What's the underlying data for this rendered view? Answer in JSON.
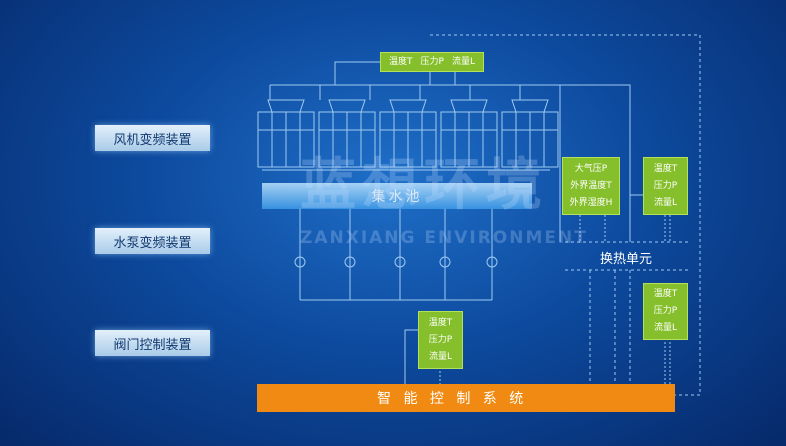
{
  "left_labels": [
    "风机变频装置",
    "水泵变频装置",
    "阀门控制装置"
  ],
  "top_sensor": [
    "温度T",
    "压力P",
    "流量L"
  ],
  "atmos_sensor": [
    "大气压P",
    "外界温度T",
    "外界湿度H"
  ],
  "right_sensor_upper": [
    "温度T",
    "压力P",
    "流量L"
  ],
  "right_sensor_lower": [
    "温度T",
    "压力P",
    "流量L"
  ],
  "bottom_sensor": [
    "温度T",
    "压力P",
    "流量L"
  ],
  "basin_label": "集水池",
  "heat_exchange_label": "换热单元",
  "control_system_label": "智 能 控 制 系 统",
  "watermark": {
    "cn": "蓝想环境",
    "en": "ZANXIANG ENVIRONMENT"
  },
  "colors": {
    "green": "#86bf2c",
    "orange": "#f08a12",
    "background": "#0d4a9e"
  }
}
